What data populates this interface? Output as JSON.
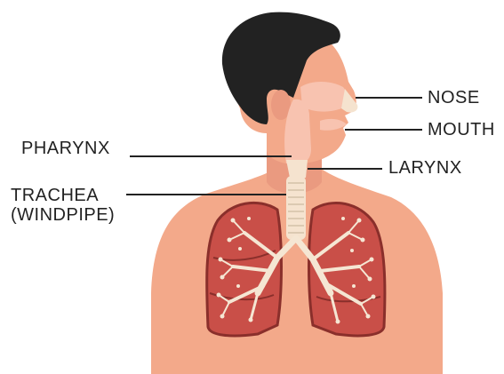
{
  "labels": {
    "nose": "NOSE",
    "mouth": "MOUTH",
    "larynx": "LARYNX",
    "pharynx": "PHARYNX",
    "trachea_line1": "TRACHEA",
    "trachea_line2": "(WINDPIPE)"
  },
  "colors": {
    "skin": "#f3a98a",
    "skin_shadow": "#e8917a",
    "hair": "#222222",
    "airway": "#f5e3cf",
    "airway_pink": "#f8c3b0",
    "lung_outer": "#a8413a",
    "lung_inner": "#c94f48",
    "lung_dark": "#8a2f2b",
    "bronchi": "#f5e6d3",
    "leader_line": "#222222"
  }
}
